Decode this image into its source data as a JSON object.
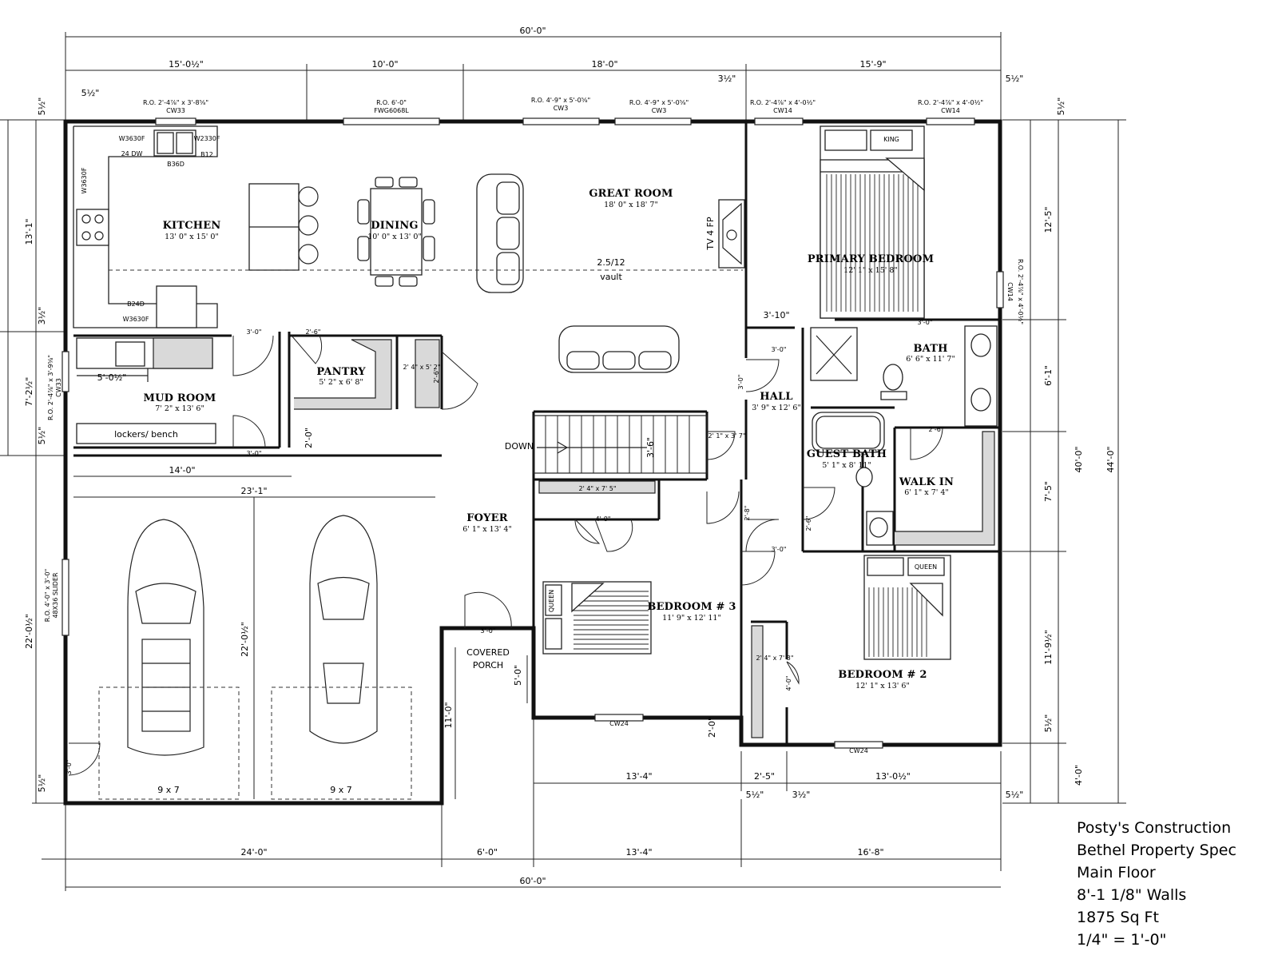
{
  "title_block": {
    "company": "Posty's Construction",
    "project": "Bethel Property Spec",
    "level": "Main Floor",
    "walls": "8'-1 1/8\" Walls",
    "area": "1875 Sq Ft",
    "scale": "1/4\" = 1'-0\""
  },
  "rooms": {
    "kitchen": {
      "name": "KITCHEN",
      "size": "13' 0\" x 15' 0\""
    },
    "dining": {
      "name": "DINING",
      "size": "10' 0\" x 13' 0\""
    },
    "great_room": {
      "name": "GREAT ROOM",
      "size": "18' 0\" x 18' 7\""
    },
    "primary_bedroom": {
      "name": "PRIMARY BEDROOM",
      "size": "12' 1\" x 15' 8\""
    },
    "bath": {
      "name": "BATH",
      "size": "6' 6\" x 11' 7\""
    },
    "hall": {
      "name": "HALL",
      "size": "3' 9\" x 12' 6\""
    },
    "guest_bath": {
      "name": "GUEST BATH",
      "size": "5' 1\" x 8' 11\""
    },
    "walk_in": {
      "name": "WALK IN",
      "size": "6' 1\" x 7' 4\""
    },
    "pantry": {
      "name": "PANTRY",
      "size": "5' 2\" x 6' 8\""
    },
    "mud_room": {
      "name": "MUD ROOM",
      "size": "7' 2\" x 13' 6\""
    },
    "foyer": {
      "name": "FOYER",
      "size": "6' 1\" x 13' 4\""
    },
    "bedroom3": {
      "name": "BEDROOM # 3",
      "size": "11' 9\" x 12' 11\""
    },
    "bedroom2": {
      "name": "BEDROOM # 2",
      "size": "12' 1\" x 13' 6\""
    },
    "covered_porch": {
      "line1": "COVERED",
      "line2": "PORCH"
    }
  },
  "annotations": {
    "vault_pitch": "2.5/12",
    "vault": "vault",
    "tv_fp": "TV 4 FP",
    "down": "DOWN",
    "lockers": "lockers/ bench",
    "king": "KING",
    "queen": "QUEEN",
    "queen3": "QUEEN",
    "garage_door_left": "9 x 7",
    "garage_door_right": "9 x 7",
    "closet_b3": "2' 4\" x 7' 5\"",
    "closet_b2": "2' 4\" x 7' 3\"",
    "closet_small": "2' 1\" x 3' 7\"",
    "closet_foyer": "2' 4\" x 5' 2\"",
    "mud_counter": "5'-0½\""
  },
  "cabinets": {
    "w3630f": "W3630F",
    "w3630f_b": "W3630F",
    "db24": "24 DW",
    "b36d": "B36D",
    "b12": "B12",
    "w2330f": "W2330F",
    "b24d": "B24D",
    "w3630f_c": "W3630F"
  },
  "windows_top": [
    {
      "text": "R.O. 2'-4⅞\" x 3'-8⅝\"",
      "code": "CW33"
    },
    {
      "text": "R.O. 6'-0\"",
      "code": "FWG6068L"
    },
    {
      "text": "R.O. 4'-9\" x 5'-0⅝\"",
      "code": "CW3"
    },
    {
      "text": "R.O. 4'-9\" x 5'-0⅝\"",
      "code": "CW3"
    },
    {
      "text": "R.O. 2'-4⅞\" x 4'-0½\"",
      "code": "CW14"
    },
    {
      "text": "R.O. 2'-4⅞\" x 4'-0½\"",
      "code": "CW14"
    }
  ],
  "windows_other": {
    "right_wall": "R.O. 2'-4⅞\" x 4'-0½\"",
    "right_wall_code": "CW14",
    "left_mud": "R.O. 2'-4⅞\" x 3'-9⅝\"",
    "left_mud_code": "CW33",
    "left_garage": "R.O. 4'-0\" x 3'-0\"",
    "left_garage_code": "48X36 SLIDER",
    "bottom_b3": "CW24",
    "bottom_b2": "CW24"
  },
  "dimensions": {
    "overall_top": "60'-0\"",
    "top_segments": [
      "15'-0½\"",
      "10'-0\"",
      "18'-0\"",
      "15'-9\""
    ],
    "top_small": [
      "5½\"",
      "3½\"",
      "5½\""
    ],
    "left_segments": [
      "13'-1\"",
      "3½\"",
      "7'-2½\"",
      "5½\"",
      "22'-0½\"",
      "5½\""
    ],
    "left_small_top": "5½\"",
    "right_segments": [
      "12'-5\"",
      "6'-1\"",
      "7'-5\"",
      "11'-9½\"",
      "5½\"",
      "4'-0\""
    ],
    "right_small_top": "5½\"",
    "right_overall_inner": "40'-0\"",
    "right_overall_outer": "44'-0\"",
    "bottom_inner": [
      "13'-4\"",
      "2'-5\"",
      "13'-0½\""
    ],
    "bottom_inner_small": [
      "5½\"",
      "3½\"",
      "5½\""
    ],
    "bottom_segments": [
      "24'-0\"",
      "6'-0\"",
      "13'-4\"",
      "16'-8\""
    ],
    "overall_bottom": "60'-0\"",
    "garage_14": "14'-0\"",
    "garage_23": "23'-1\"",
    "garage_22": "22'-0½\"",
    "porch_11": "11'-0\"",
    "porch_5": "5'-0\"",
    "stair_3": "3'-6\"",
    "bed2_2": "2'-0\"",
    "hall_2": "2'-0\"",
    "primary_door": "3'-10\""
  },
  "doors": {
    "d_mud_kitchen": "3'-0\"",
    "d_pantry": "2'-6\"",
    "d_closet_foyer": "2'-6\"",
    "d_mud_garage": "3'-0\"",
    "d_primary": "3'-0\"",
    "d_bath": "3'-0\"",
    "d_hall_side": "3'-0\"",
    "d_walkin": "2'-6\"",
    "d_guest": "2'-6\"",
    "d_b3_hall": "2'-8\"",
    "d_b2": "3'-0\"",
    "d_b3_closet": "4'-0\"",
    "d_b2_closet": "4'-0\"",
    "d_front": "3'-0\"",
    "d_garage": "3'-0\""
  }
}
